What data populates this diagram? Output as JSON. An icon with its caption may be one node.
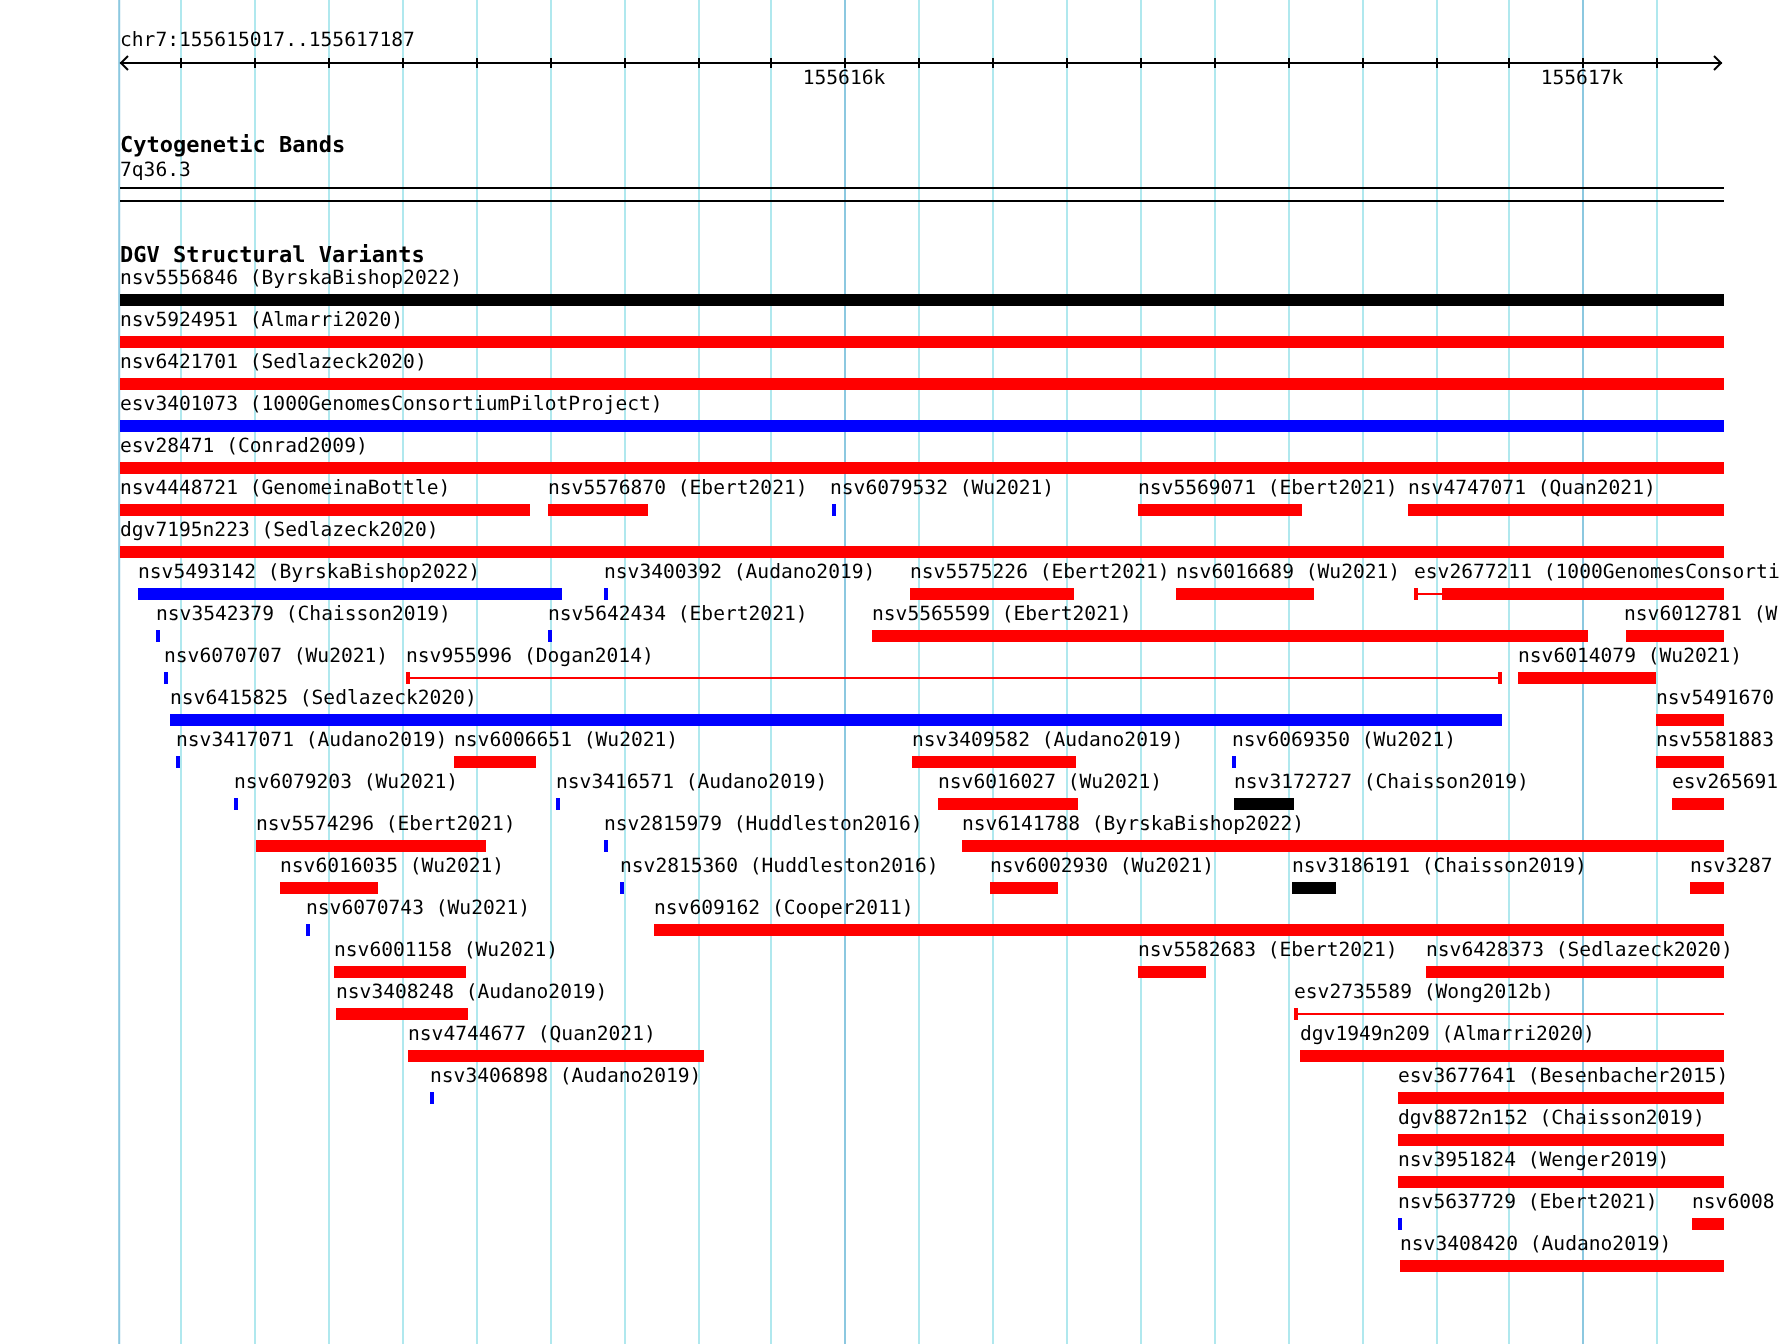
{
  "diagram": {
    "nodes": [
      {
        "text": [
          "7q36.3"
        ]
      },
      {
        "text": [
          "nsv5556846 (ByrskaBishop2022)"
        ]
      },
      {
        "text": [
          "nsv5924951 (Almarri2020)"
        ]
      },
      {
        "text": [
          "nsv6421701 (Sedlazeck2020)"
        ]
      },
      {
        "text": [
          "esv3401073 (1000GenomesConsortiumPilotProject)"
        ]
      },
      {
        "text": [
          "esv28471 (Conrad2009)"
        ]
      },
      {
        "text": [
          "nsv4448721 (GenomeinaBottle)"
        ]
      },
      {
        "text": [
          "nsv5576870 (Ebert2021)"
        ]
      },
      {
        "text": [
          "nsv6079532 (Wu2021)"
        ]
      },
      {
        "text": [
          "nsv5569071 (Ebert2021)"
        ]
      },
      {
        "text": [
          "nsv4747071 (Quan2021)"
        ]
      },
      {
        "text": [
          "dgv7195n223 (Sedlazeck2020)"
        ]
      },
      {
        "text": [
          "nsv5493142 (ByrskaBishop2022)"
        ]
      },
      {
        "text": [
          "nsv3400392 (Audano2019)"
        ]
      },
      {
        "text": [
          "nsv5575226 (Ebert2021)"
        ]
      },
      {
        "text": [
          "nsv6016689 (Wu2021)"
        ]
      },
      {
        "text": [
          "esv2677211 (1000GenomesConsorti"
        ]
      },
      {
        "text": [
          "nsv3542379 (Chaisson2019)"
        ]
      },
      {
        "text": [
          "nsv5642434 (Ebert2021)"
        ]
      },
      {
        "text": [
          "nsv5565599 (Ebert2021)"
        ]
      },
      {
        "text": [
          "nsv6012781 (W"
        ]
      },
      {
        "text": [
          "nsv6070707 (Wu2021)"
        ]
      },
      {
        "text": [
          "nsv955996 (Dogan2014)"
        ]
      },
      {
        "text": [
          "nsv6014079 (Wu2021)"
        ]
      },
      {
        "text": [
          "nsv6415825 (Sedlazeck2020)"
        ]
      },
      {
        "text": [
          "nsv5491670"
        ]
      },
      {
        "text": [
          "nsv3417071 (Audano2019)"
        ]
      },
      {
        "text": [
          "nsv6006651 (Wu2021)"
        ]
      },
      {
        "text": [
          "nsv3409582 (Audano2019)"
        ]
      },
      {
        "text": [
          "nsv6069350 (Wu2021)"
        ]
      },
      {
        "text": [
          "nsv5581883"
        ]
      },
      {
        "text": [
          "nsv6079203 (Wu2021)"
        ]
      },
      {
        "text": [
          "nsv3416571 (Audano2019)"
        ]
      },
      {
        "text": [
          "nsv6016027 (Wu2021)"
        ]
      },
      {
        "text": [
          "nsv3172727 (Chaisson2019)"
        ]
      },
      {
        "text": [
          "esv265691"
        ]
      },
      {
        "text": [
          "nsv5574296 (Ebert2021)"
        ]
      },
      {
        "text": [
          "nsv2815979 (Huddleston2016)"
        ]
      },
      {
        "text": [
          "nsv6141788 (ByrskaBishop2022)"
        ]
      },
      {
        "text": [
          "nsv6016035 (Wu2021)"
        ]
      },
      {
        "text": [
          "nsv2815360 (Huddleston2016)"
        ]
      },
      {
        "text": [
          "nsv6002930 (Wu2021)"
        ]
      },
      {
        "text": [
          "nsv3186191 (Chaisson2019)"
        ]
      },
      {
        "text": [
          "nsv3287"
        ]
      },
      {
        "text": [
          "nsv6070743 (Wu2021)"
        ]
      },
      {
        "text": [
          "nsv609162 (Cooper2011)"
        ]
      },
      {
        "text": [
          "nsv6001158 (Wu2021)"
        ]
      },
      {
        "text": [
          "nsv5582683 (Ebert2021)"
        ]
      },
      {
        "text": [
          "nsv6428373 (Sedlazeck2020)"
        ]
      },
      {
        "text": [
          "nsv3408248 (Audano2019)"
        ]
      },
      {
        "text": [
          "esv2735589 (Wong2012b)"
        ]
      },
      {
        "text": [
          "nsv4744677 (Quan2021)"
        ]
      },
      {
        "text": [
          "dgv1949n209 (Almarri2020)"
        ]
      },
      {
        "text": [
          "nsv3406898 (Audano2019)"
        ]
      },
      {
        "text": [
          "esv3677641 (Besenbacher2015)"
        ]
      },
      {
        "text": [
          "dgv8872n152 (Chaisson2019)"
        ]
      },
      {
        "text": [
          "nsv3951824 (Wenger2019)"
        ]
      },
      {
        "text": [
          "nsv5637729 (Ebert2021)"
        ]
      },
      {
        "text": [
          "nsv6008"
        ]
      },
      {
        "text": [
          "nsv3408420 (Audano2019)"
        ]
      }
    ],
    "labels": [
      "chr7:155615017..155617187",
      "155616k",
      "155617k",
      "Cytogenetic Bands",
      "DGV Structural Variants"
    ]
  }
}
